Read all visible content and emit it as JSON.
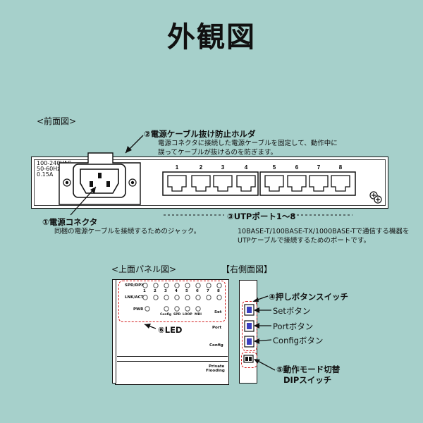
{
  "title": "外観図",
  "front": {
    "section_label": "<前面図>",
    "power_spec": [
      "100-240VAC",
      "50-60Hz",
      "0.15A"
    ],
    "port_numbers": [
      "1",
      "2",
      "3",
      "4",
      "5",
      "6",
      "7",
      "8"
    ],
    "callout_holder": {
      "heading": "②電源ケーブル抜け防止ホルダ",
      "desc_lines": [
        "電源コネクタに接続した電源ケーブルを固定して、動作中に",
        "誤ってケーブルが抜けるのを防ぎます。"
      ]
    },
    "callout_connector": {
      "heading": "①電源コネクタ",
      "desc": "同梱の電源ケーブルを接続するためのジャック。"
    },
    "callout_utp": {
      "heading": "③UTPポート1～8",
      "desc_lines": [
        "10BASE-T/100BASE-TX/1000BASE-Tで通信する機器を",
        "UTPケーブルで接続するためのポートです。"
      ]
    }
  },
  "top": {
    "section_label": "<上面パネル図>",
    "spd_dpx": "SPD/DPX",
    "lnk_act": "LNK/ACT",
    "pwr": "PWR",
    "led_numbers": [
      "1",
      "2",
      "3",
      "4",
      "5",
      "6",
      "7",
      "8"
    ],
    "mode_labels": [
      "Config",
      "SPD",
      "LOOP",
      "MDI"
    ],
    "side_labels": [
      "Set",
      "Port",
      "Config",
      "Private",
      "Flooding"
    ],
    "callout_led": "⑥LED"
  },
  "right": {
    "section_label": "【右側面図】",
    "callout_push": "④押しボタンスイッチ",
    "buttons": [
      "Setボタン",
      "Portボタン",
      "Configボタン"
    ],
    "callout_dip_lines": [
      "⑤動作モード切替",
      "DIPスイッチ"
    ]
  }
}
